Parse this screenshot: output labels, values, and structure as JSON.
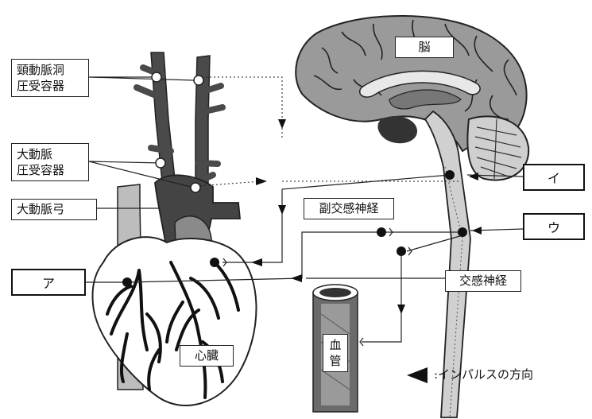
{
  "labels": {
    "carotid_baro": [
      "頸動脈洞",
      "圧受容器"
    ],
    "aortic_baro": [
      "大動脈",
      "圧受容器"
    ],
    "aortic_arch": "大動脈弓",
    "brain": "脳",
    "heart": "心臓",
    "vessel": [
      "血",
      "管"
    ],
    "parasympathetic": "副交感神経",
    "sympathetic": "交感神経"
  },
  "blanks": [
    "ア",
    "イ",
    "ウ"
  ],
  "legend": {
    "text": ":インパルスの方向"
  }
}
